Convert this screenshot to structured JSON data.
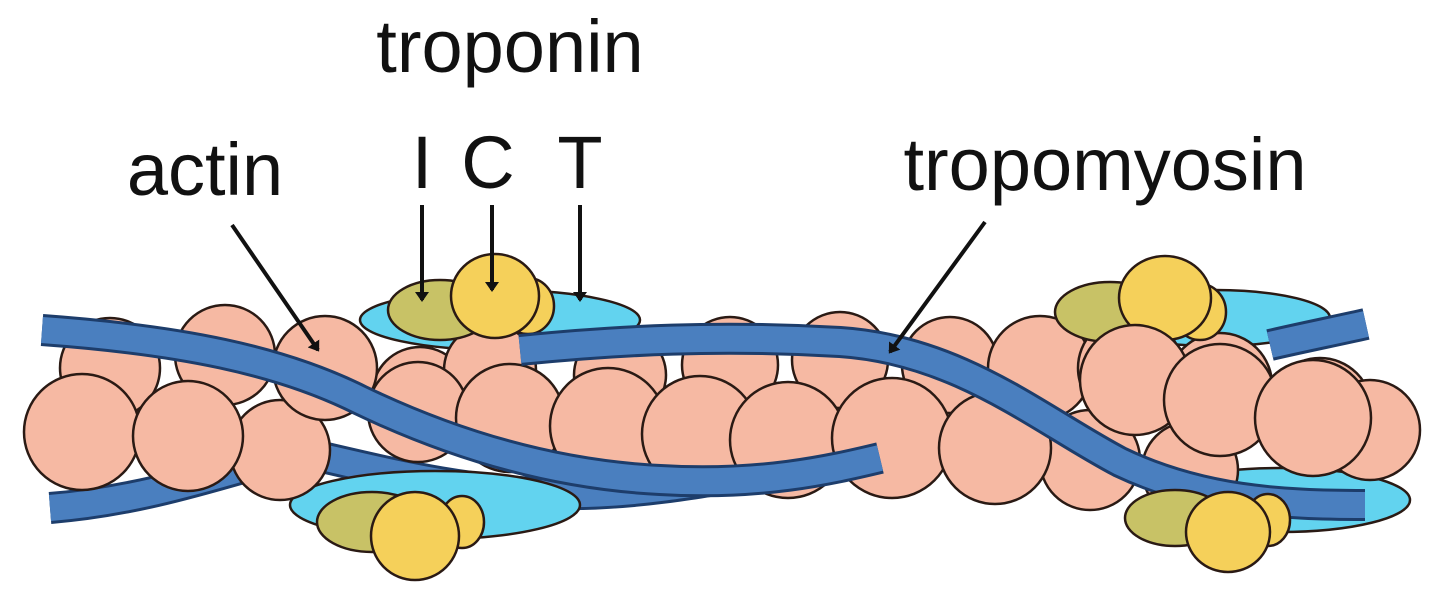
{
  "labels": {
    "troponin": "troponin",
    "subunit_i": "I",
    "subunit_c": "C",
    "subunit_t": "T",
    "actin": "actin",
    "tropomyosin": "tropomyosin"
  },
  "colors": {
    "actin_fill": "#f6b9a3",
    "actin_stroke": "#2a1a14",
    "tropomyosin": "#4a7fbf",
    "tropomyosin_edge": "#1d3d6b",
    "troponin_t": "#62d3ef",
    "troponin_i": "#c8c266",
    "troponin_c": "#f5d05a",
    "text": "#111111"
  }
}
